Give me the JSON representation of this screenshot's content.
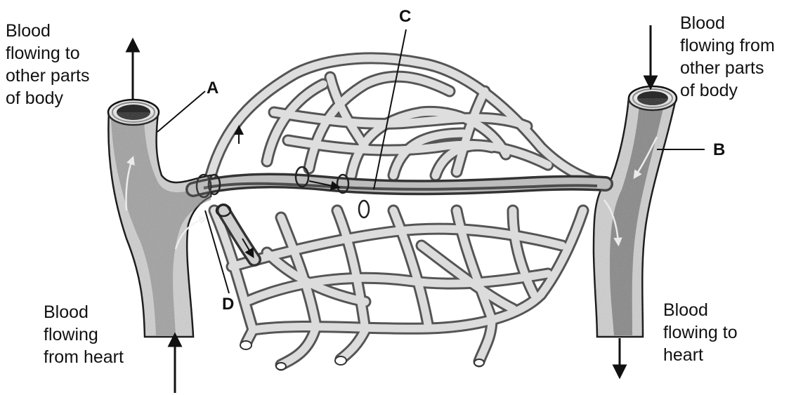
{
  "captions": {
    "top_left": "Blood\nflowing to\nother parts\nof body",
    "top_right": "Blood\nflowing from\nother parts\nof body",
    "bottom_left": "Blood\nflowing\nfrom heart",
    "bottom_right": "Blood\nflowing to\nheart"
  },
  "labels": {
    "a": "A",
    "b": "B",
    "c": "C",
    "d": "D"
  },
  "colors": {
    "vessel_fill": "#d9d9d9",
    "vessel_dark": "#6f6f6f",
    "vessel_inner": "#3a3a3a",
    "network_fill": "#dedede",
    "line": "#111111"
  }
}
